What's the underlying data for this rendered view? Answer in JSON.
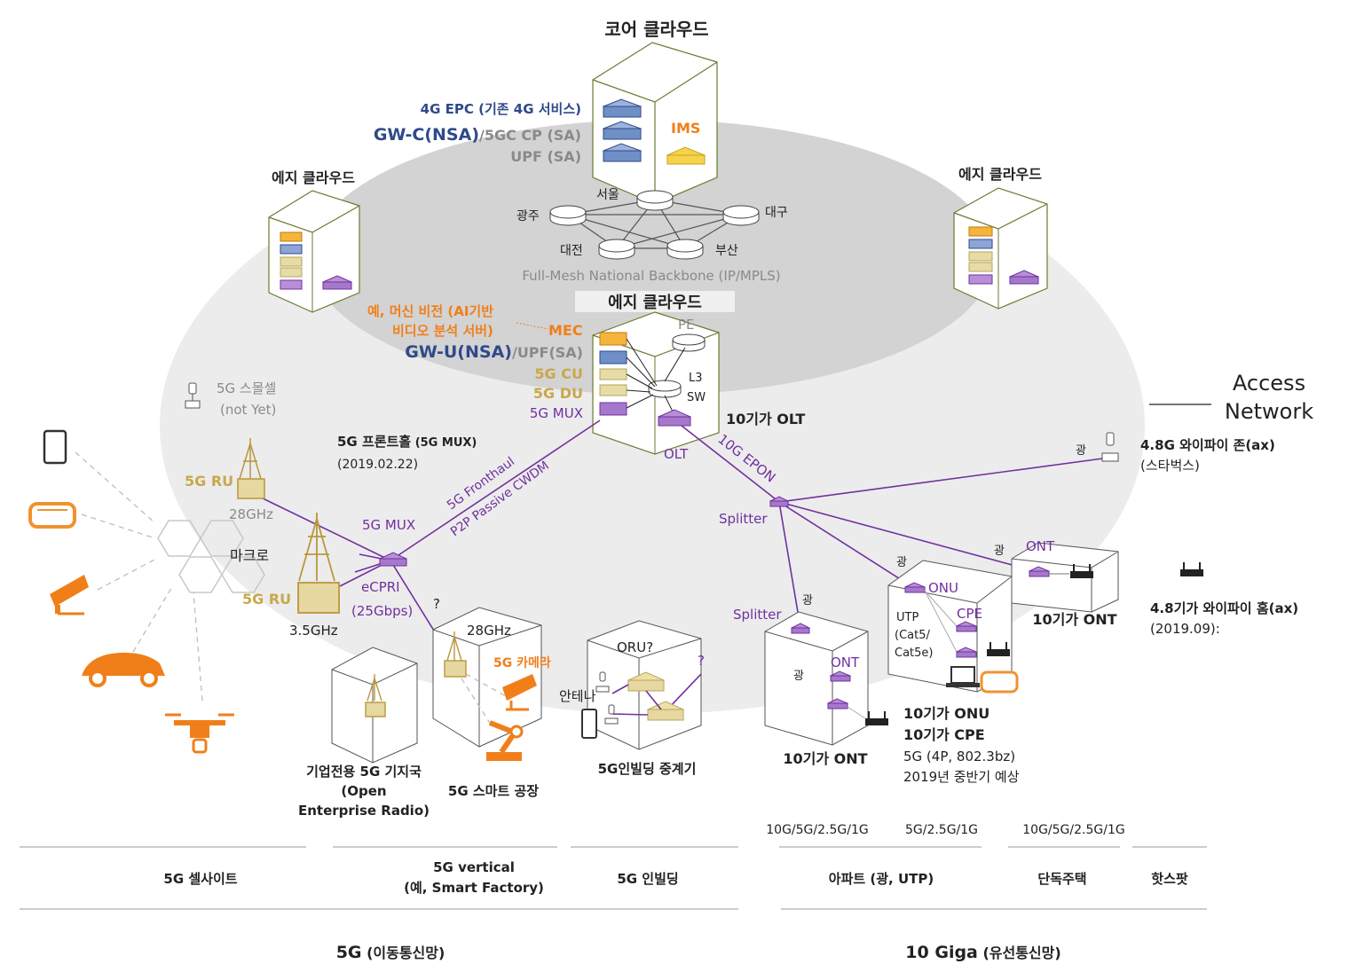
{
  "core": {
    "title": "코어 클라우드",
    "epc": "4G EPC (기존 4G 서비스)",
    "gwc": "GW-C(NSA)",
    "gwc_tail": "/5GC CP (SA)",
    "upf": "UPF (SA)",
    "ims": "IMS"
  },
  "backbone": {
    "label": "Full-Mesh National Backbone (IP/MPLS)",
    "cities": [
      "서울",
      "광주",
      "대구",
      "대전",
      "부산"
    ]
  },
  "edge_left": {
    "title": "에지 클라우드"
  },
  "edge_right": {
    "title": "에지 클라우드"
  },
  "edge_center": {
    "title": "에지 클라우드",
    "mec_example": [
      "예, 머신 비전 (AI기반",
      "비디오 분석 서버)"
    ],
    "mec": "MEC",
    "gwu": "GW-U(NSA)",
    "gwu_tail": "/UPF(SA)",
    "cu": "5G CU",
    "du": "5G DU",
    "mux": "5G MUX",
    "pe": "PE",
    "l3sw": [
      "L3",
      "SW"
    ],
    "olt": "OLT",
    "olt_name": "10기가 OLT"
  },
  "access": {
    "title": [
      "Access",
      "Network"
    ]
  },
  "mobile": {
    "small_cell": [
      "5G 스몰셀",
      "(not Yet)"
    ],
    "fronthaul_title": "5G 프론트홀",
    "fronthaul_title_tail": " (5G MUX)",
    "fronthaul_date": "(2019.02.22)",
    "fronthaul_line": [
      "5G Fronthaul",
      "P2P Passive CWDM"
    ],
    "ru_top": "5G RU",
    "ru_top_freq": "28GHz",
    "macro": "마크로",
    "ru_bottom": "5G RU",
    "ru_bottom_freq": "3.5GHz",
    "mux": "5G MUX",
    "cpri": [
      "eCPRI",
      "(25Gbps)"
    ],
    "question": "?",
    "factory_freq": "28GHz",
    "camera": "5G 카메라",
    "oru": "ORU?",
    "antenna": "안테나",
    "enterprise": [
      "기업전용 5G 기지국",
      "(Open",
      "Enterprise Radio)"
    ],
    "smart_factory": "5G 스마트 공장",
    "repeater": "5G인빌딩 중계기"
  },
  "wired": {
    "epon": "10G EPON",
    "splitter1": "Splitter",
    "splitter2": "Splitter",
    "light": "광",
    "wifi_zone": [
      "4.8G 와이파이 존(ax)",
      "(스타벅스)"
    ],
    "ont": "ONT",
    "ont_home": "10기가 ONT",
    "wifi_home": [
      "4.8기가 와이파이 홈(ax)",
      "(2019.09):"
    ],
    "onu": "ONU",
    "cpe": "CPE",
    "utp": [
      "UTP",
      "(Cat5/",
      "Cat5e)"
    ],
    "onu_desc": [
      "10기가 ONU",
      "10기가 CPE",
      "5G (4P, 802.3bz)",
      "2019년 중반기 예상"
    ],
    "ont_bldg": "10기가 ONT"
  },
  "bottom": {
    "speeds": [
      "10G/5G/2.5G/1G",
      "5G/2.5G/1G",
      "10G/5G/2.5G/1G"
    ],
    "cat_5g_cell": "5G 셀사이트",
    "cat_5g_vertical": [
      "5G vertical",
      "(예, Smart Factory)"
    ],
    "cat_5g_building": "5G 인빌딩",
    "cat_apt": "아파트 (광, UTP)",
    "cat_house": "단독주택",
    "cat_hotspot": "핫스팟",
    "group_5g": "5G",
    "group_5g_tail": " (이동통신망)",
    "group_10g": "10 Giga",
    "group_10g_tail": " (유선통신망)"
  },
  "colors": {
    "purple": "#7030a0",
    "orange": "#f07f1a",
    "navy": "#2f4a8a",
    "gold": "#c8a84b",
    "blue_box": "#6f8fc7",
    "yellow_box": "#f5d34a"
  }
}
